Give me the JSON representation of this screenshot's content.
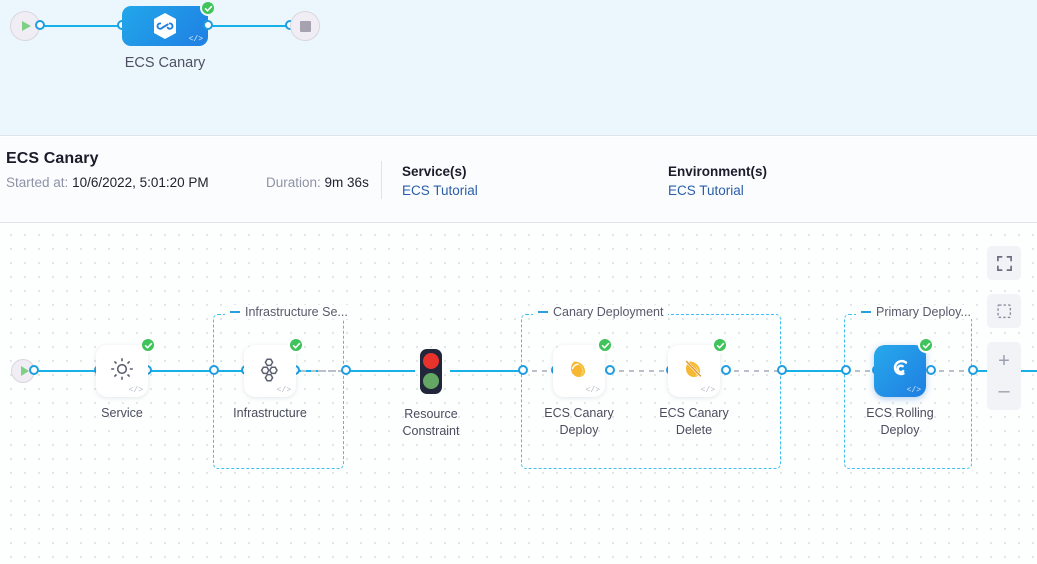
{
  "minimap": {
    "start_icon": "play-icon",
    "end_icon": "stop-icon",
    "node_label": "ECS Canary",
    "node_icon": "harness-hexagon-icon",
    "status": "success",
    "code_glyph": "</>"
  },
  "info": {
    "title": "ECS Canary",
    "started_label": "Started at:",
    "started_value": "10/6/2022, 5:01:20 PM",
    "duration_label": "Duration:",
    "duration_value": "9m 36s",
    "services_header": "Service(s)",
    "services_value": "ECS Tutorial",
    "environments_header": "Environment(s)",
    "environments_value": "ECS Tutorial"
  },
  "canvas": {
    "start_icon": "play-icon",
    "groups": [
      {
        "label": "Infrastructure Se...",
        "collapse_icon": "collapse-icon"
      },
      {
        "label": "Canary Deployment",
        "collapse_icon": "collapse-icon"
      },
      {
        "label": "Primary Deploy...",
        "collapse_icon": "collapse-icon"
      }
    ],
    "nodes": [
      {
        "label": "Service",
        "icon": "gear-icon",
        "status": "success",
        "code_glyph": "</>"
      },
      {
        "label": "Infrastructure",
        "icon": "hexagon-cluster-icon",
        "status": "success",
        "code_glyph": "</>"
      },
      {
        "label": "Resource\nConstraint",
        "label_line1": "Resource",
        "label_line2": "Constraint",
        "icon": "traffic-light-icon",
        "status": "none"
      },
      {
        "label_line1": "ECS Canary",
        "label_line2": "Deploy",
        "icon": "canary-bird-icon",
        "status": "success",
        "code_glyph": "</>"
      },
      {
        "label_line1": "ECS Canary",
        "label_line2": "Delete",
        "icon": "canary-bird-delete-icon",
        "status": "success",
        "code_glyph": "</>"
      },
      {
        "label_line1": "ECS Rolling",
        "label_line2": "Deploy",
        "icon": "ecs-icon",
        "status": "success",
        "code_glyph": "</>",
        "selected": true
      }
    ]
  },
  "toolbar": {
    "fit_icon": "fullscreen-fit-icon",
    "select_icon": "marquee-select-icon",
    "zoom_in_label": "+",
    "zoom_out_label": "–"
  },
  "colors": {
    "accent_blue": "#15b1e8",
    "success_green": "#3fc35a",
    "group_border": "#3fc0f0",
    "selected_node": "#1f7ee2",
    "link_blue": "#2a5ea8"
  }
}
